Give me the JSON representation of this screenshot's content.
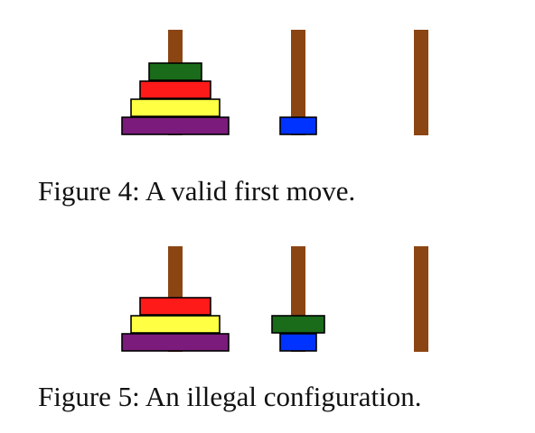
{
  "colors": {
    "peg": "#8B4513",
    "outline": "#000000",
    "purple": "#7B1B7B",
    "yellow": "#FFFF44",
    "red": "#FF1A1A",
    "green": "#1A6B1A",
    "blue": "#0033FF"
  },
  "figures": [
    {
      "caption": "Figure 4: A valid first move.",
      "pegs": [
        [
          "purple",
          "yellow",
          "red",
          "green"
        ],
        [
          "blue"
        ],
        []
      ]
    },
    {
      "caption": "Figure 5: An illegal configuration.",
      "pegs": [
        [
          "purple",
          "yellow",
          "red"
        ],
        [
          "blue",
          "green"
        ],
        []
      ]
    }
  ]
}
